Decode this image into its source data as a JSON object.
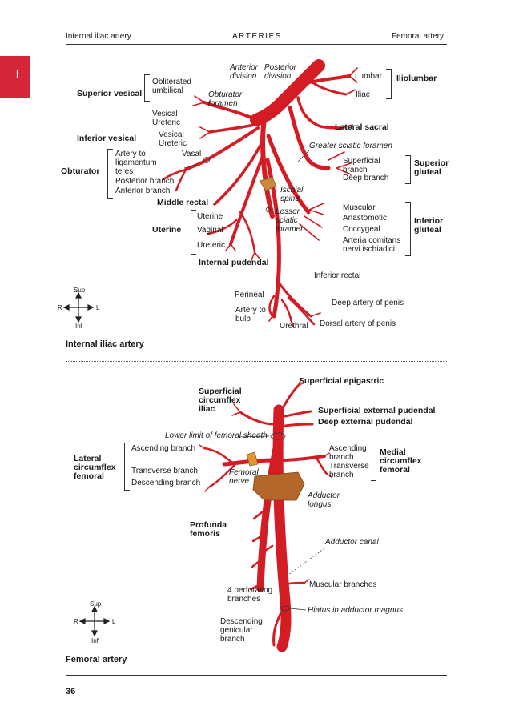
{
  "header": {
    "left": "Internal iliac artery",
    "center": "ARTERIES",
    "right": "Femoral artery"
  },
  "tab_label": "I",
  "page_number": "36",
  "compass": {
    "sup": "Sup",
    "inf": "Inf",
    "r": "R",
    "l": "L"
  },
  "fig1": {
    "caption": "Internal iliac artery",
    "labels": {
      "anterior_division": "Anterior\ndivision",
      "posterior_division": "Posterior\ndivision",
      "obliterated_umbilical": "Obliterated\numbilical",
      "superior_vesical": "Superior vesical",
      "obturator_foramen": "Obturator\nforamen",
      "vesical_1": "Vesical",
      "ureteric_1": "Ureteric",
      "inferior_vesical": "Inferior vesical",
      "vesical_2": "Vesical",
      "ureteric_2": "Ureteric",
      "artery_to_ligamentum_teres": "Artery to\nligamentum\nteres",
      "vasal": "Vasal",
      "obturator": "Obturator",
      "posterior_branch": "Posterior branch",
      "anterior_branch": "Anterior branch",
      "middle_rectal": "Middle rectal",
      "uterine_1": "Uterine",
      "uterine": "Uterine",
      "vaginal": "Vaginal",
      "ureteric_3": "Ureteric",
      "lumbar": "Lumbar",
      "iliac": "Iliac",
      "iliolumbar": "Iliolumbar",
      "lateral_sacral": "Lateral sacral",
      "greater_sciatic_foramen": "Greater sciatic foramen",
      "superficial_branch": "Superficial\nbranch",
      "deep_branch": "Deep branch",
      "superior_gluteal": "Superior\ngluteal",
      "ischial_spine": "Ischial\nspine",
      "lesser_sciatic_foramen": "Lesser\nsciatic\nforamen",
      "muscular": "Muscular",
      "anastomotic": "Anastomotic",
      "coccygeal": "Coccygeal",
      "arteria_comitans": "Arteria comitans\nnervi ischiadici",
      "inferior_gluteal": "Inferior\ngluteal",
      "internal_pudendal": "Internal pudendal",
      "inferior_rectal": "Inferior rectal",
      "perineal": "Perineal",
      "artery_to_bulb": "Artery to\nbulb",
      "deep_artery_of_penis": "Deep artery of penis",
      "urethral": "Urethral",
      "dorsal_artery_of_penis": "Dorsal artery of penis"
    }
  },
  "fig2": {
    "caption": "Femoral artery",
    "labels": {
      "superficial_epigastric": "Superficial epigastric",
      "superficial_circumflex_iliac": "Superficial\ncircumflex\niliac",
      "superficial_external_pudendal": "Superficial external pudendal",
      "deep_external_pudendal": "Deep external pudendal",
      "lower_limit": "Lower limit of femoral sheath",
      "ascending_branch": "Ascending branch",
      "lateral_circumflex_femoral": "Lateral\ncircumflex\nfemoral",
      "transverse_branch": "Transverse branch",
      "descending_branch": "Descending branch",
      "femoral_nerve": "Femoral\nnerve",
      "ascending_branch_m": "Ascending\nbranch",
      "transverse_branch_m": "Transverse\nbranch",
      "medial_circumflex_femoral": "Medial\ncircumflex\nfemoral",
      "adductor_longus": "Adductor\nlongus",
      "profunda_femoris": "Profunda\nfemoris",
      "adductor_canal": "Adductor canal",
      "four_perforating": "4 perforating\nbranches",
      "muscular_branches": "Muscular branches",
      "hiatus": "Hiatus in adductor magnus",
      "descending_genicular": "Descending\ngenicular\nbranch"
    }
  },
  "colors": {
    "artery": "#d41c24",
    "accent_tab": "#d6263a",
    "muscle": "#b5662b"
  }
}
